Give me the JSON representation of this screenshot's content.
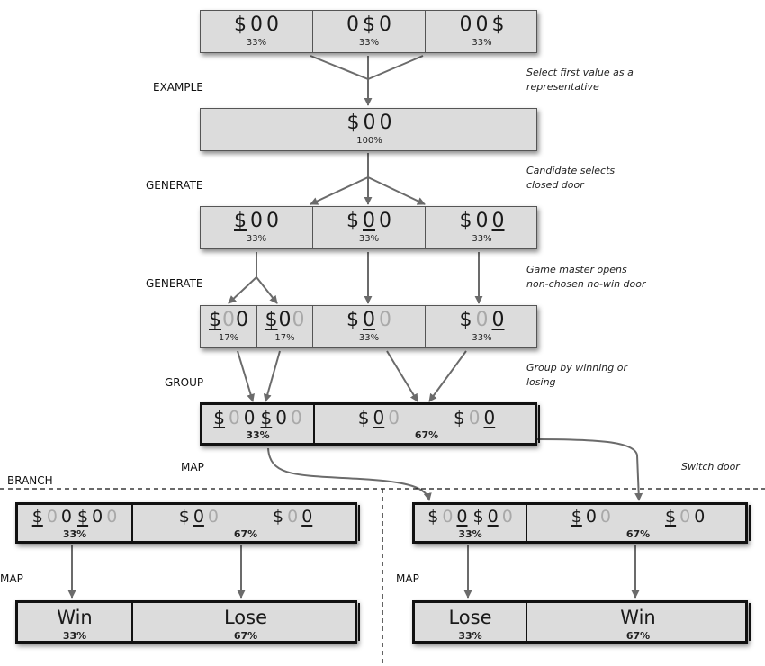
{
  "step_labels": {
    "example": "EXAMPLE",
    "generate_1": "GENERATE",
    "generate_2": "GENERATE",
    "group": "GROUP",
    "map_1": "MAP",
    "branch": "BRANCH",
    "map_left": "MAP",
    "map_right": "MAP"
  },
  "notes": {
    "example": [
      "Select first value as a",
      "representative"
    ],
    "generate_1": [
      "Candidate selects",
      "closed door"
    ],
    "generate_2": [
      "Game master opens",
      "non-chosen no-win door"
    ],
    "group": [
      "Group by winning or",
      "losing"
    ],
    "switch": "Switch door"
  },
  "symbols": {
    "prize": "$",
    "empty": "0"
  },
  "boxes": [
    {
      "id": "row1",
      "emphasis": false,
      "cells": [
        {
          "groups": [
            [
              {
                "s": "prize"
              },
              {
                "s": "empty"
              },
              {
                "s": "empty"
              }
            ]
          ],
          "pct": "33%"
        },
        {
          "groups": [
            [
              {
                "s": "empty"
              },
              {
                "s": "prize"
              },
              {
                "s": "empty"
              }
            ]
          ],
          "pct": "33%"
        },
        {
          "groups": [
            [
              {
                "s": "empty"
              },
              {
                "s": "empty"
              },
              {
                "s": "prize"
              }
            ]
          ],
          "pct": "33%"
        }
      ]
    },
    {
      "id": "row2",
      "emphasis": false,
      "cells": [
        {
          "groups": [
            [
              {
                "s": "prize"
              },
              {
                "s": "empty"
              },
              {
                "s": "empty"
              }
            ]
          ],
          "pct": "100%"
        }
      ]
    },
    {
      "id": "row3",
      "emphasis": false,
      "cells": [
        {
          "groups": [
            [
              {
                "s": "prize",
                "mark": "chosen"
              },
              {
                "s": "empty"
              },
              {
                "s": "empty"
              }
            ]
          ],
          "pct": "33%"
        },
        {
          "groups": [
            [
              {
                "s": "prize"
              },
              {
                "s": "empty",
                "mark": "chosen"
              },
              {
                "s": "empty"
              }
            ]
          ],
          "pct": "33%"
        },
        {
          "groups": [
            [
              {
                "s": "prize"
              },
              {
                "s": "empty"
              },
              {
                "s": "empty",
                "mark": "chosen"
              }
            ]
          ],
          "pct": "33%"
        }
      ]
    },
    {
      "id": "row4",
      "emphasis": false,
      "cells": [
        {
          "groups": [
            [
              {
                "s": "prize",
                "mark": "chosen"
              },
              {
                "s": "empty",
                "mark": "opened"
              },
              {
                "s": "empty"
              }
            ]
          ],
          "pct": "17%"
        },
        {
          "groups": [
            [
              {
                "s": "prize",
                "mark": "chosen"
              },
              {
                "s": "empty"
              },
              {
                "s": "empty",
                "mark": "opened"
              }
            ]
          ],
          "pct": "17%"
        },
        {
          "groups": [
            [
              {
                "s": "prize"
              },
              {
                "s": "empty",
                "mark": "chosen"
              },
              {
                "s": "empty",
                "mark": "opened"
              }
            ]
          ],
          "pct": "33%"
        },
        {
          "groups": [
            [
              {
                "s": "prize"
              },
              {
                "s": "empty",
                "mark": "opened"
              },
              {
                "s": "empty",
                "mark": "chosen"
              }
            ]
          ],
          "pct": "33%"
        }
      ]
    },
    {
      "id": "row5",
      "emphasis": true,
      "cells": [
        {
          "groups": [
            [
              {
                "s": "prize",
                "mark": "chosen"
              },
              {
                "s": "empty",
                "mark": "opened"
              },
              {
                "s": "empty"
              }
            ],
            [
              {
                "s": "prize",
                "mark": "chosen"
              },
              {
                "s": "empty"
              },
              {
                "s": "empty",
                "mark": "opened"
              }
            ]
          ],
          "pct": "33%"
        },
        {
          "groups": [
            [
              {
                "s": "prize"
              },
              {
                "s": "empty",
                "mark": "chosen"
              },
              {
                "s": "empty",
                "mark": "opened"
              }
            ],
            [
              {
                "s": "prize"
              },
              {
                "s": "empty",
                "mark": "opened"
              },
              {
                "s": "empty",
                "mark": "chosen"
              }
            ]
          ],
          "pct": "67%"
        }
      ]
    },
    {
      "id": "branch_left",
      "emphasis": true,
      "cells": [
        {
          "groups": [
            [
              {
                "s": "prize",
                "mark": "chosen"
              },
              {
                "s": "empty",
                "mark": "opened"
              },
              {
                "s": "empty"
              }
            ],
            [
              {
                "s": "prize",
                "mark": "chosen"
              },
              {
                "s": "empty"
              },
              {
                "s": "empty",
                "mark": "opened"
              }
            ]
          ],
          "pct": "33%"
        },
        {
          "groups": [
            [
              {
                "s": "prize"
              },
              {
                "s": "empty",
                "mark": "chosen"
              },
              {
                "s": "empty",
                "mark": "opened"
              }
            ],
            [
              {
                "s": "prize"
              },
              {
                "s": "empty",
                "mark": "opened"
              },
              {
                "s": "empty",
                "mark": "chosen"
              }
            ]
          ],
          "pct": "67%"
        }
      ]
    },
    {
      "id": "branch_right",
      "emphasis": true,
      "cells": [
        {
          "groups": [
            [
              {
                "s": "prize"
              },
              {
                "s": "empty",
                "mark": "opened"
              },
              {
                "s": "empty",
                "mark": "chosen"
              }
            ],
            [
              {
                "s": "prize"
              },
              {
                "s": "empty",
                "mark": "chosen"
              },
              {
                "s": "empty",
                "mark": "opened"
              }
            ]
          ],
          "pct": "33%"
        },
        {
          "groups": [
            [
              {
                "s": "prize",
                "mark": "chosen"
              },
              {
                "s": "empty"
              },
              {
                "s": "empty",
                "mark": "opened"
              }
            ],
            [
              {
                "s": "prize",
                "mark": "chosen"
              },
              {
                "s": "empty",
                "mark": "opened"
              },
              {
                "s": "empty"
              }
            ]
          ],
          "pct": "67%"
        }
      ]
    },
    {
      "id": "outcome_left",
      "emphasis": true,
      "cells": [
        {
          "word": "Win",
          "pct": "33%"
        },
        {
          "word": "Lose",
          "pct": "67%"
        }
      ]
    },
    {
      "id": "outcome_right",
      "emphasis": true,
      "cells": [
        {
          "word": "Lose",
          "pct": "33%"
        },
        {
          "word": "Win",
          "pct": "67%"
        }
      ]
    }
  ]
}
